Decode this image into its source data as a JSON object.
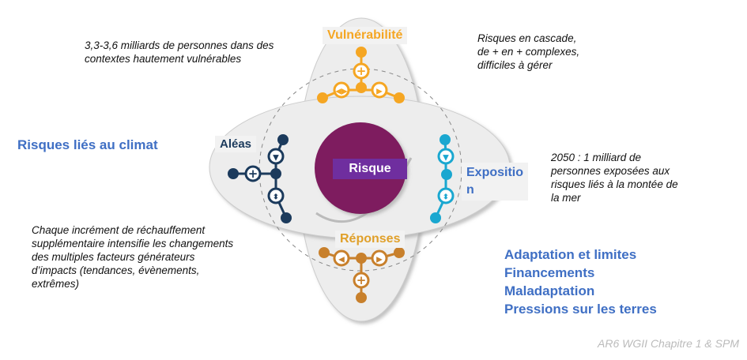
{
  "center": {
    "label": "Risque"
  },
  "nodes": {
    "vulnerability": "Vulnérabilité",
    "hazards": "Aléas",
    "exposure_line1": "Expositio",
    "exposure_line2": "n",
    "responses": "Réponses"
  },
  "annotations": {
    "top_left": [
      "3,3-3,6 milliards de personnes dans des",
      "contextes hautement vulnérables"
    ],
    "top_right": [
      "Risques en cascade,",
      "de + en + complexes,",
      "difficiles à gérer"
    ],
    "left_title": "Risques liés au climat",
    "right": [
      "2050 : 1 milliard de",
      "personnes exposées aux",
      "risques liés à la montée de",
      "la mer"
    ],
    "bottom_left": [
      "Chaque incrément de réchauffement",
      "supplémentaire intensifie les changements",
      "des multiples facteurs générateurs",
      "d’impacts (tendances, évènements,",
      "extrêmes)"
    ],
    "bottom_right": [
      "Adaptation et limites",
      "Financements",
      "Maladaptation",
      "Pressions sur les terres"
    ],
    "source": "AR6 WGII Chapitre 1 & SPM"
  },
  "colors": {
    "vulnerability": "#f5a623",
    "hazards": "#1b3a5c",
    "exposure": "#1aa7d0",
    "responses": "#c8802c",
    "risk": "#7e1f5e",
    "risk_label": "#6f2e9f",
    "blue_text": "#3f6fc4"
  }
}
